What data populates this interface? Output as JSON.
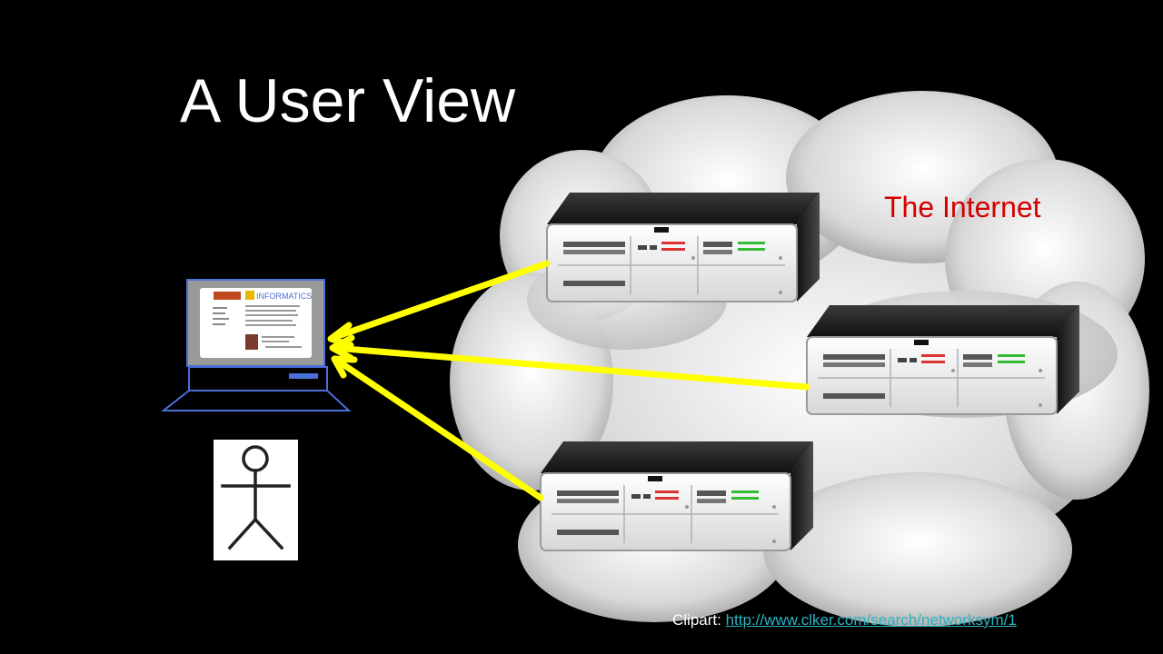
{
  "slide": {
    "title": "A User View"
  },
  "cloud": {
    "label": "The Internet"
  },
  "laptop_screen": {
    "logo_text": "INFORMATICS"
  },
  "credit": {
    "prefix": "Clipart: ",
    "link_text": "http://www.clker.com/search/networksym/1"
  },
  "colors": {
    "background": "#000000",
    "arrow": "#ffff00",
    "cloud_label": "#d40000",
    "laptop_outline": "#4a6fd8",
    "link": "#2bb3c4"
  },
  "icons": [
    "cloud-shape",
    "server-rack-icon",
    "laptop-icon",
    "stick-figure-icon",
    "arrow-icon"
  ]
}
